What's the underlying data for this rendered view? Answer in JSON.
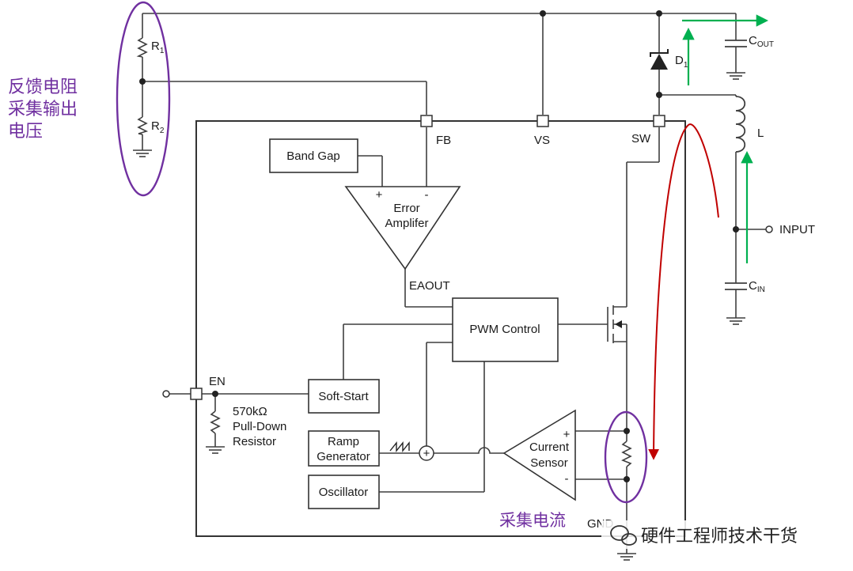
{
  "annotations": {
    "feedback_line1": "反馈电阻",
    "feedback_line2": "采集输出",
    "feedback_line3": "电压",
    "current_sense": "采集电流"
  },
  "watermark": "硬件工程师技术干货",
  "colors": {
    "annotation": "#7030a0",
    "current_path": "#c00000",
    "output_flow": "#00b050",
    "wire": "#3f3f3f"
  },
  "components": {
    "r1": "R",
    "r1_sub": "1",
    "r2": "R",
    "r2_sub": "2",
    "diode": "D",
    "diode_sub": "1",
    "cout": "C",
    "cout_sub": "OUT",
    "inductor": "L",
    "cin": "C",
    "cin_sub": "IN",
    "input": "INPUT"
  },
  "pins": {
    "fb": "FB",
    "vs": "VS",
    "sw": "SW",
    "en": "EN",
    "gnd": "GND"
  },
  "blocks": {
    "band_gap": "Band Gap",
    "error_amp_1": "Error",
    "error_amp_2": "Amplifer",
    "eaout": "EAOUT",
    "pwm": "PWM Control",
    "soft_start": "Soft-Start",
    "ramp_1": "Ramp",
    "ramp_2": "Generator",
    "oscillator": "Oscillator",
    "current_sensor_1": "Current",
    "current_sensor_2": "Sensor",
    "pulldown_1": "570kΩ",
    "pulldown_2": "Pull-Down",
    "pulldown_3": "Resistor",
    "plus": "+",
    "minus": "-",
    "summer": "+"
  }
}
